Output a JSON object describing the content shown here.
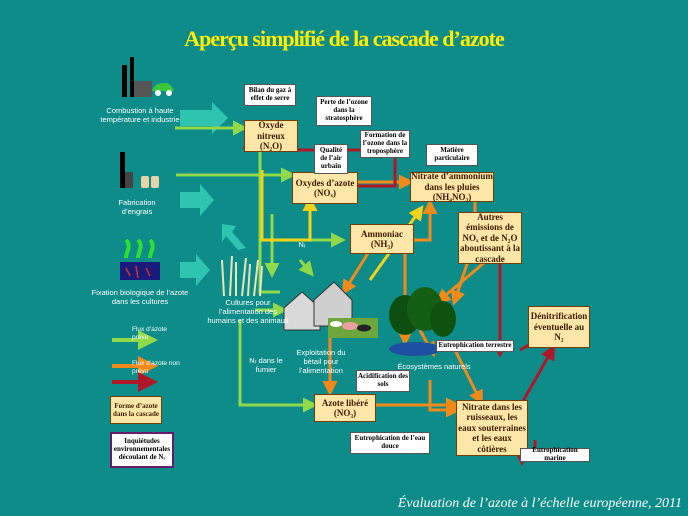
{
  "title": "Aperçu simplifié de la cascade d’azote",
  "footer": "Évaluation de l’azote à l’échelle européenne, 2011",
  "sources": {
    "combustion": "Combustion à haute température et industrie",
    "fertilizer": "Fabrication d’engrais",
    "fixation": "Fixation biologique de l’azote dans les cultures"
  },
  "boxes": {
    "n2o": "Oxyde nitreux (N₂O)",
    "nox": "Oxydes d’azote (NOₓ)",
    "nitrate_rain": "Nitrate d’ammonium dans les pluies (NH₄NO₃)",
    "ammonia": "Ammoniac (NH₃)",
    "other_emissions": "Autres émissions de NOₓ et de N₂O aboutissant à la cascade",
    "denitrification": "Dénitrification éventuelle au N₂",
    "nitrate_leached": "Azote libéré (NO₃)",
    "nitrate_rivers": "Nitrate dans les ruisseaux, les eaux souterraines et les eaux côtières"
  },
  "concerns": {
    "greenhouse": "Bilan du gaz à effet de serre",
    "ozone_strato": "Perte de l’ozone dans la stratosphère",
    "ozone_tropo": "Formation de l’ozone dans la troposphère",
    "air_quality": "Qualité de l’air urbain",
    "particulate": "Matière particulaire",
    "terrestrial_eutro": "Eutrophication terrestre",
    "soil_acid": "Acidification des sols",
    "freshwater_eutro": "Eutrophication de l’eau douce",
    "marine_eutro": "Eutrophication marine"
  },
  "labels": {
    "crops": "Cultures pour l’alimentation des humains et des animaux",
    "livestock": "Exploitation du bétail pour l’alimentation",
    "manure": "Nᵣ dans le fumier",
    "nr": "Nᵣ",
    "ecosystems": "Écosystèmes naturels"
  },
  "legend": {
    "intended": "Flux d’azote prévu",
    "unintended": "Flux d’azote non prévu",
    "form_label": "Forme d’azote dans la cascade",
    "concern_label": "Inquiétudes environnementales découlant de Nᵣ"
  },
  "colors": {
    "background": "#0d8c8a",
    "title": "#ffee00",
    "intended_flow": "#8fd94a",
    "unintended_flow": "#f28a1a",
    "cascade_flow": "#b0182a",
    "box_fill": "#fde7a8"
  }
}
